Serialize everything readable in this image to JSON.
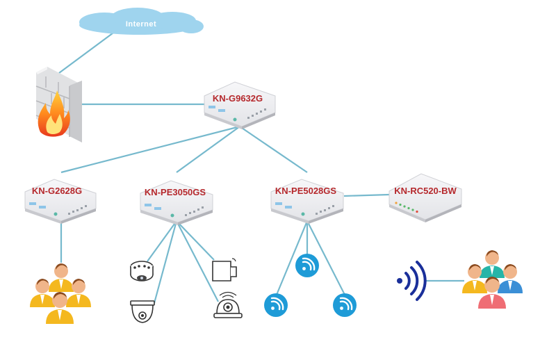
{
  "internet": {
    "label": "Internet"
  },
  "devices": {
    "core_switch": "KN-G9632G",
    "access_switch": "KN-G2628G",
    "poe_switch_cameras": "KN-PE3050GS",
    "poe_switch_ap": "KN-PE5028GS",
    "controller": "KN-RC520-BW"
  },
  "colors": {
    "link": "#76b9cd",
    "label": "#b5282c",
    "cloud": "#9fd4ee",
    "ap": "#1e9bd7",
    "wireless": "#1a2f9a"
  },
  "icons": {
    "firewall": "firewall-icon",
    "users_wired": "user-group-icon",
    "users_wireless": "user-group-icon",
    "wireless_signal": "wireless-signal-icon",
    "access_point": "wifi-access-point-icon",
    "camera": "security-camera-icon"
  }
}
